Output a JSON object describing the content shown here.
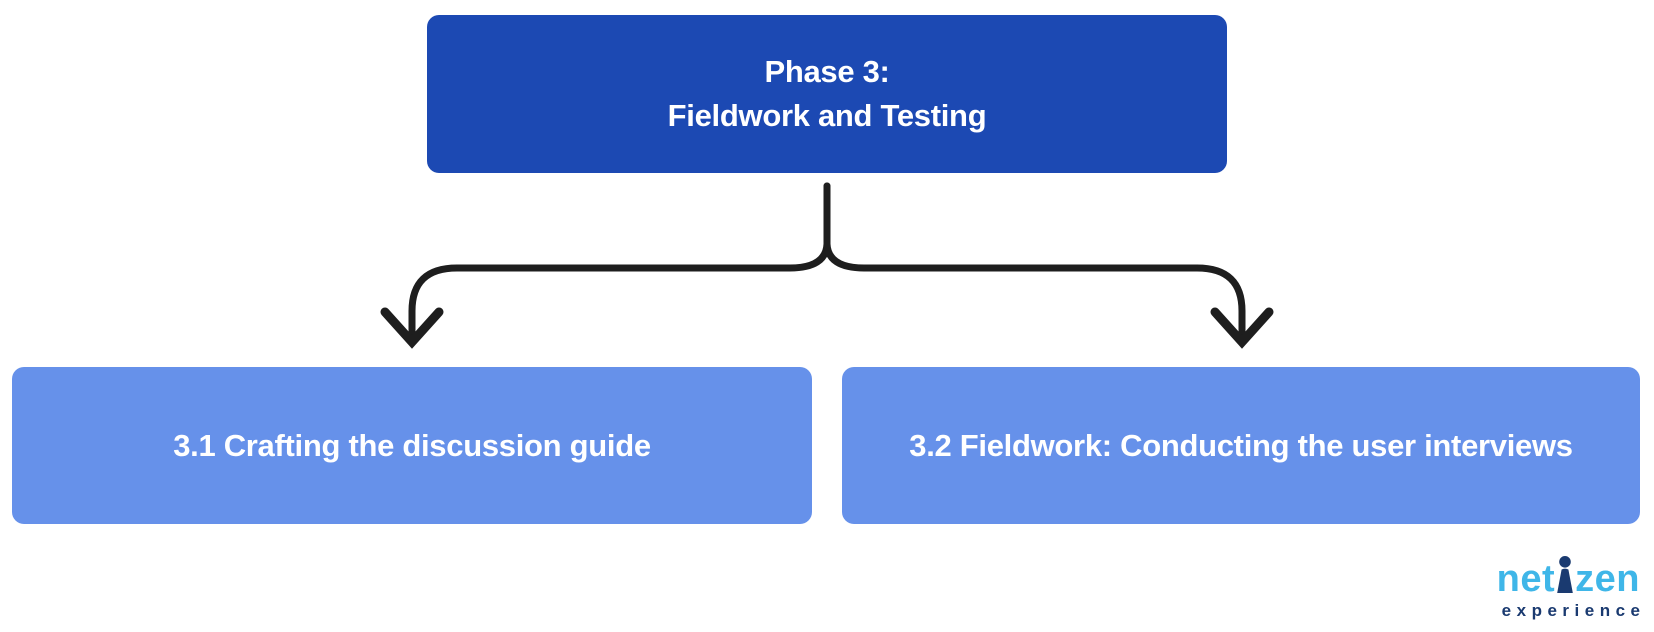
{
  "diagram": {
    "root": {
      "line1": "Phase 3:",
      "line2": "Fieldwork and Testing",
      "bg_color": "#1C49B3"
    },
    "children": [
      {
        "label": "3.1 Crafting the discussion guide"
      },
      {
        "label": "3.2 Fieldwork: Conducting the user interviews"
      }
    ],
    "child_bg_color": "#6691EA",
    "box_text_color": "#FFFFFF",
    "arrow_color": "#1E1E1E"
  },
  "logo": {
    "brand_prefix": "net",
    "brand_suffix": "zen",
    "tagline": "experience",
    "brand_color": "#3FB6E8",
    "accent_color": "#1A3A70"
  }
}
